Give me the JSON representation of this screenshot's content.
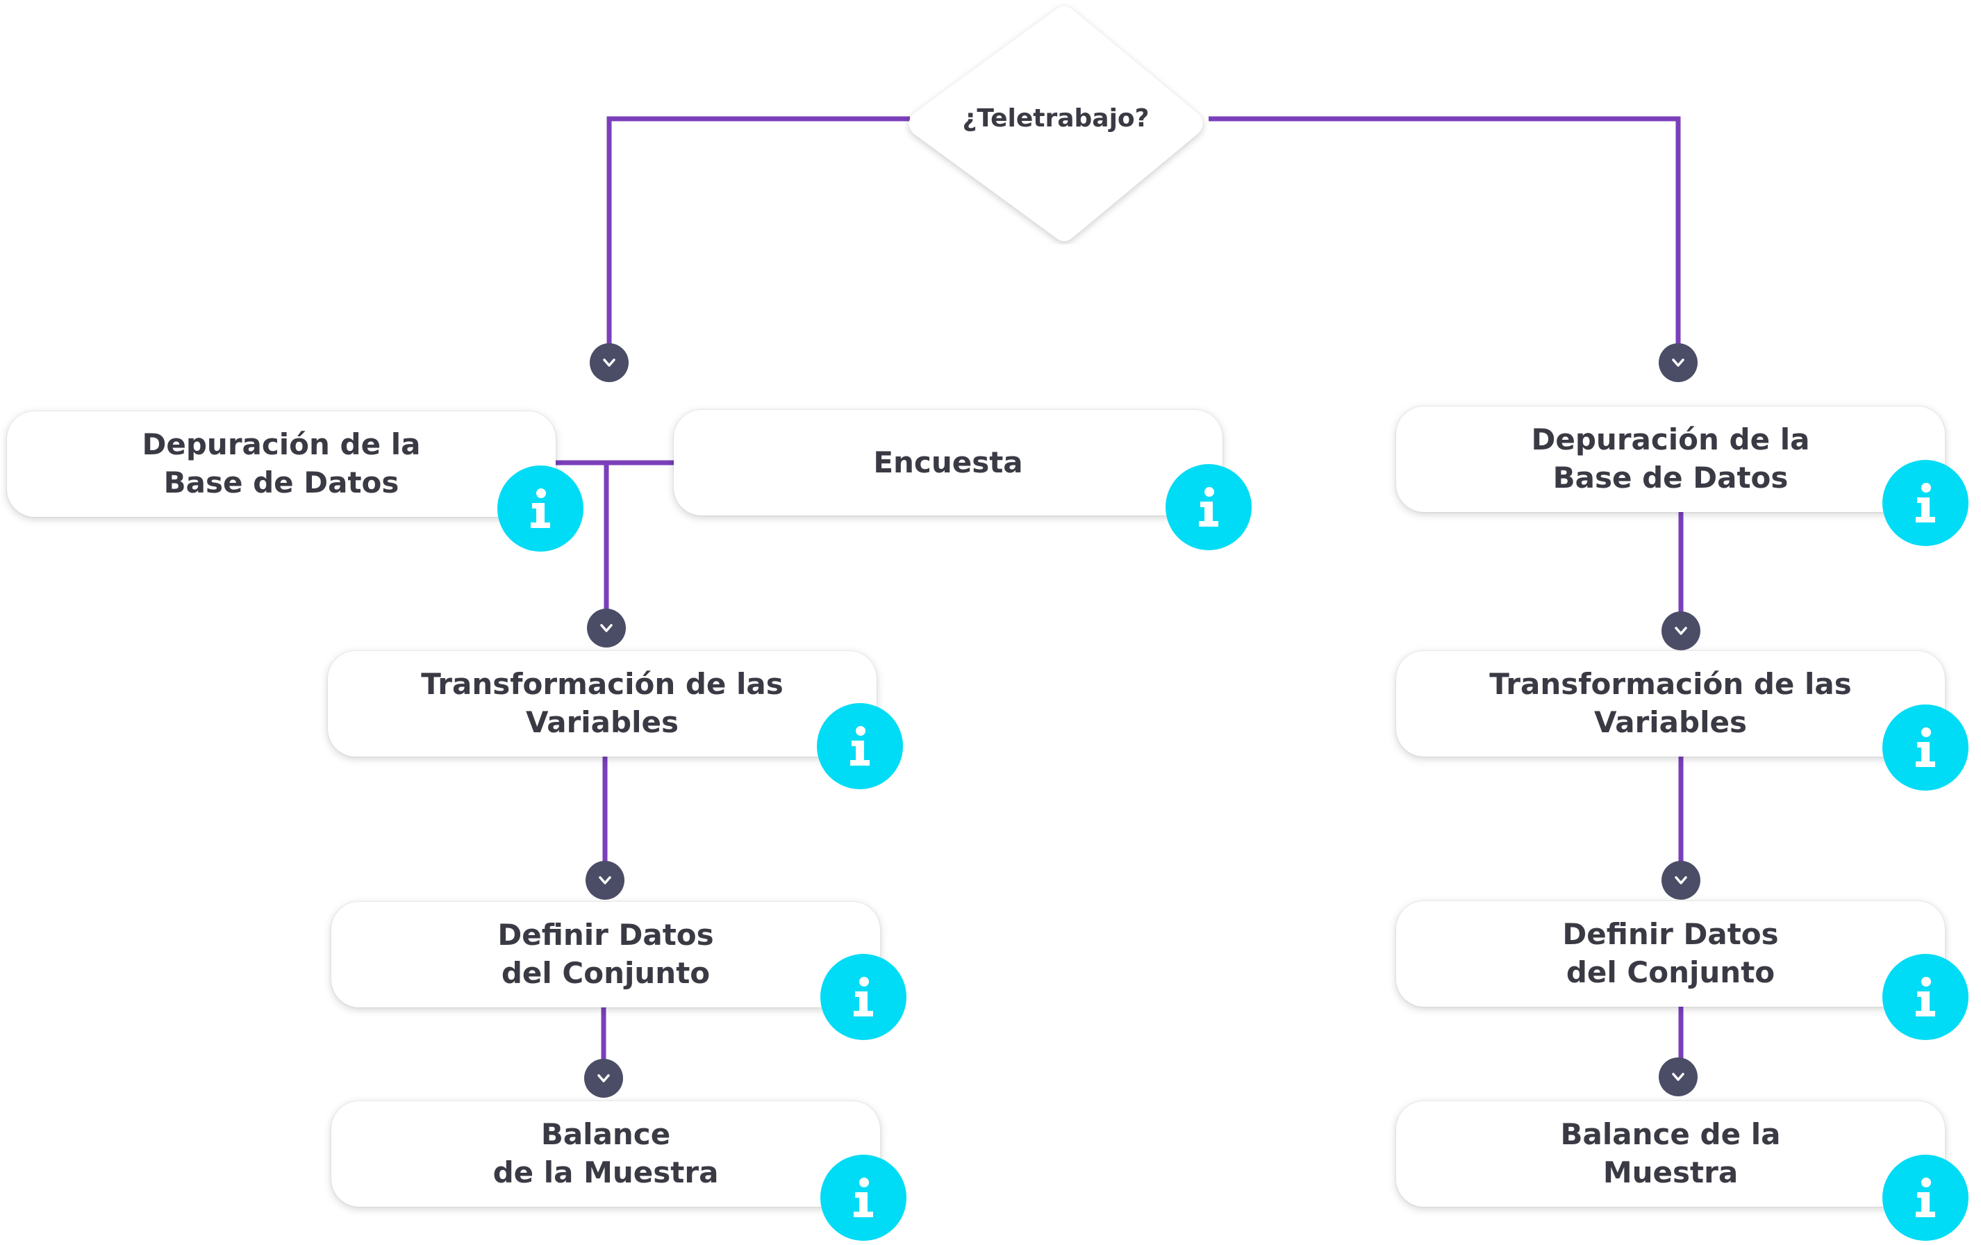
{
  "decision": {
    "label": "¿Teletrabajo?"
  },
  "left_branch": {
    "top_nodes": [
      {
        "line1": "Depuración de la",
        "line2": "Base de Datos"
      },
      {
        "line1": "Encuesta",
        "line2": ""
      }
    ],
    "steps": [
      {
        "line1": "Transformación de las",
        "line2": "Variables"
      },
      {
        "line1": "Definir Datos",
        "line2": "del Conjunto"
      },
      {
        "line1": "Balance",
        "line2": "de la Muestra"
      }
    ]
  },
  "right_branch": {
    "steps": [
      {
        "line1": "Depuración de la",
        "line2": "Base de Datos"
      },
      {
        "line1": "Transformación de las",
        "line2": "Variables"
      },
      {
        "line1": "Definir Datos",
        "line2": "del Conjunto"
      },
      {
        "line1": "Balance de la",
        "line2": "Muestra"
      }
    ]
  },
  "colors": {
    "connector": "#7a3fba",
    "info_button": "#00dcf5",
    "arrow_badge": "#4b4d66",
    "text": "#3a3a44"
  },
  "icons": {
    "info": "info-icon",
    "arrow": "chevron-down-icon"
  }
}
